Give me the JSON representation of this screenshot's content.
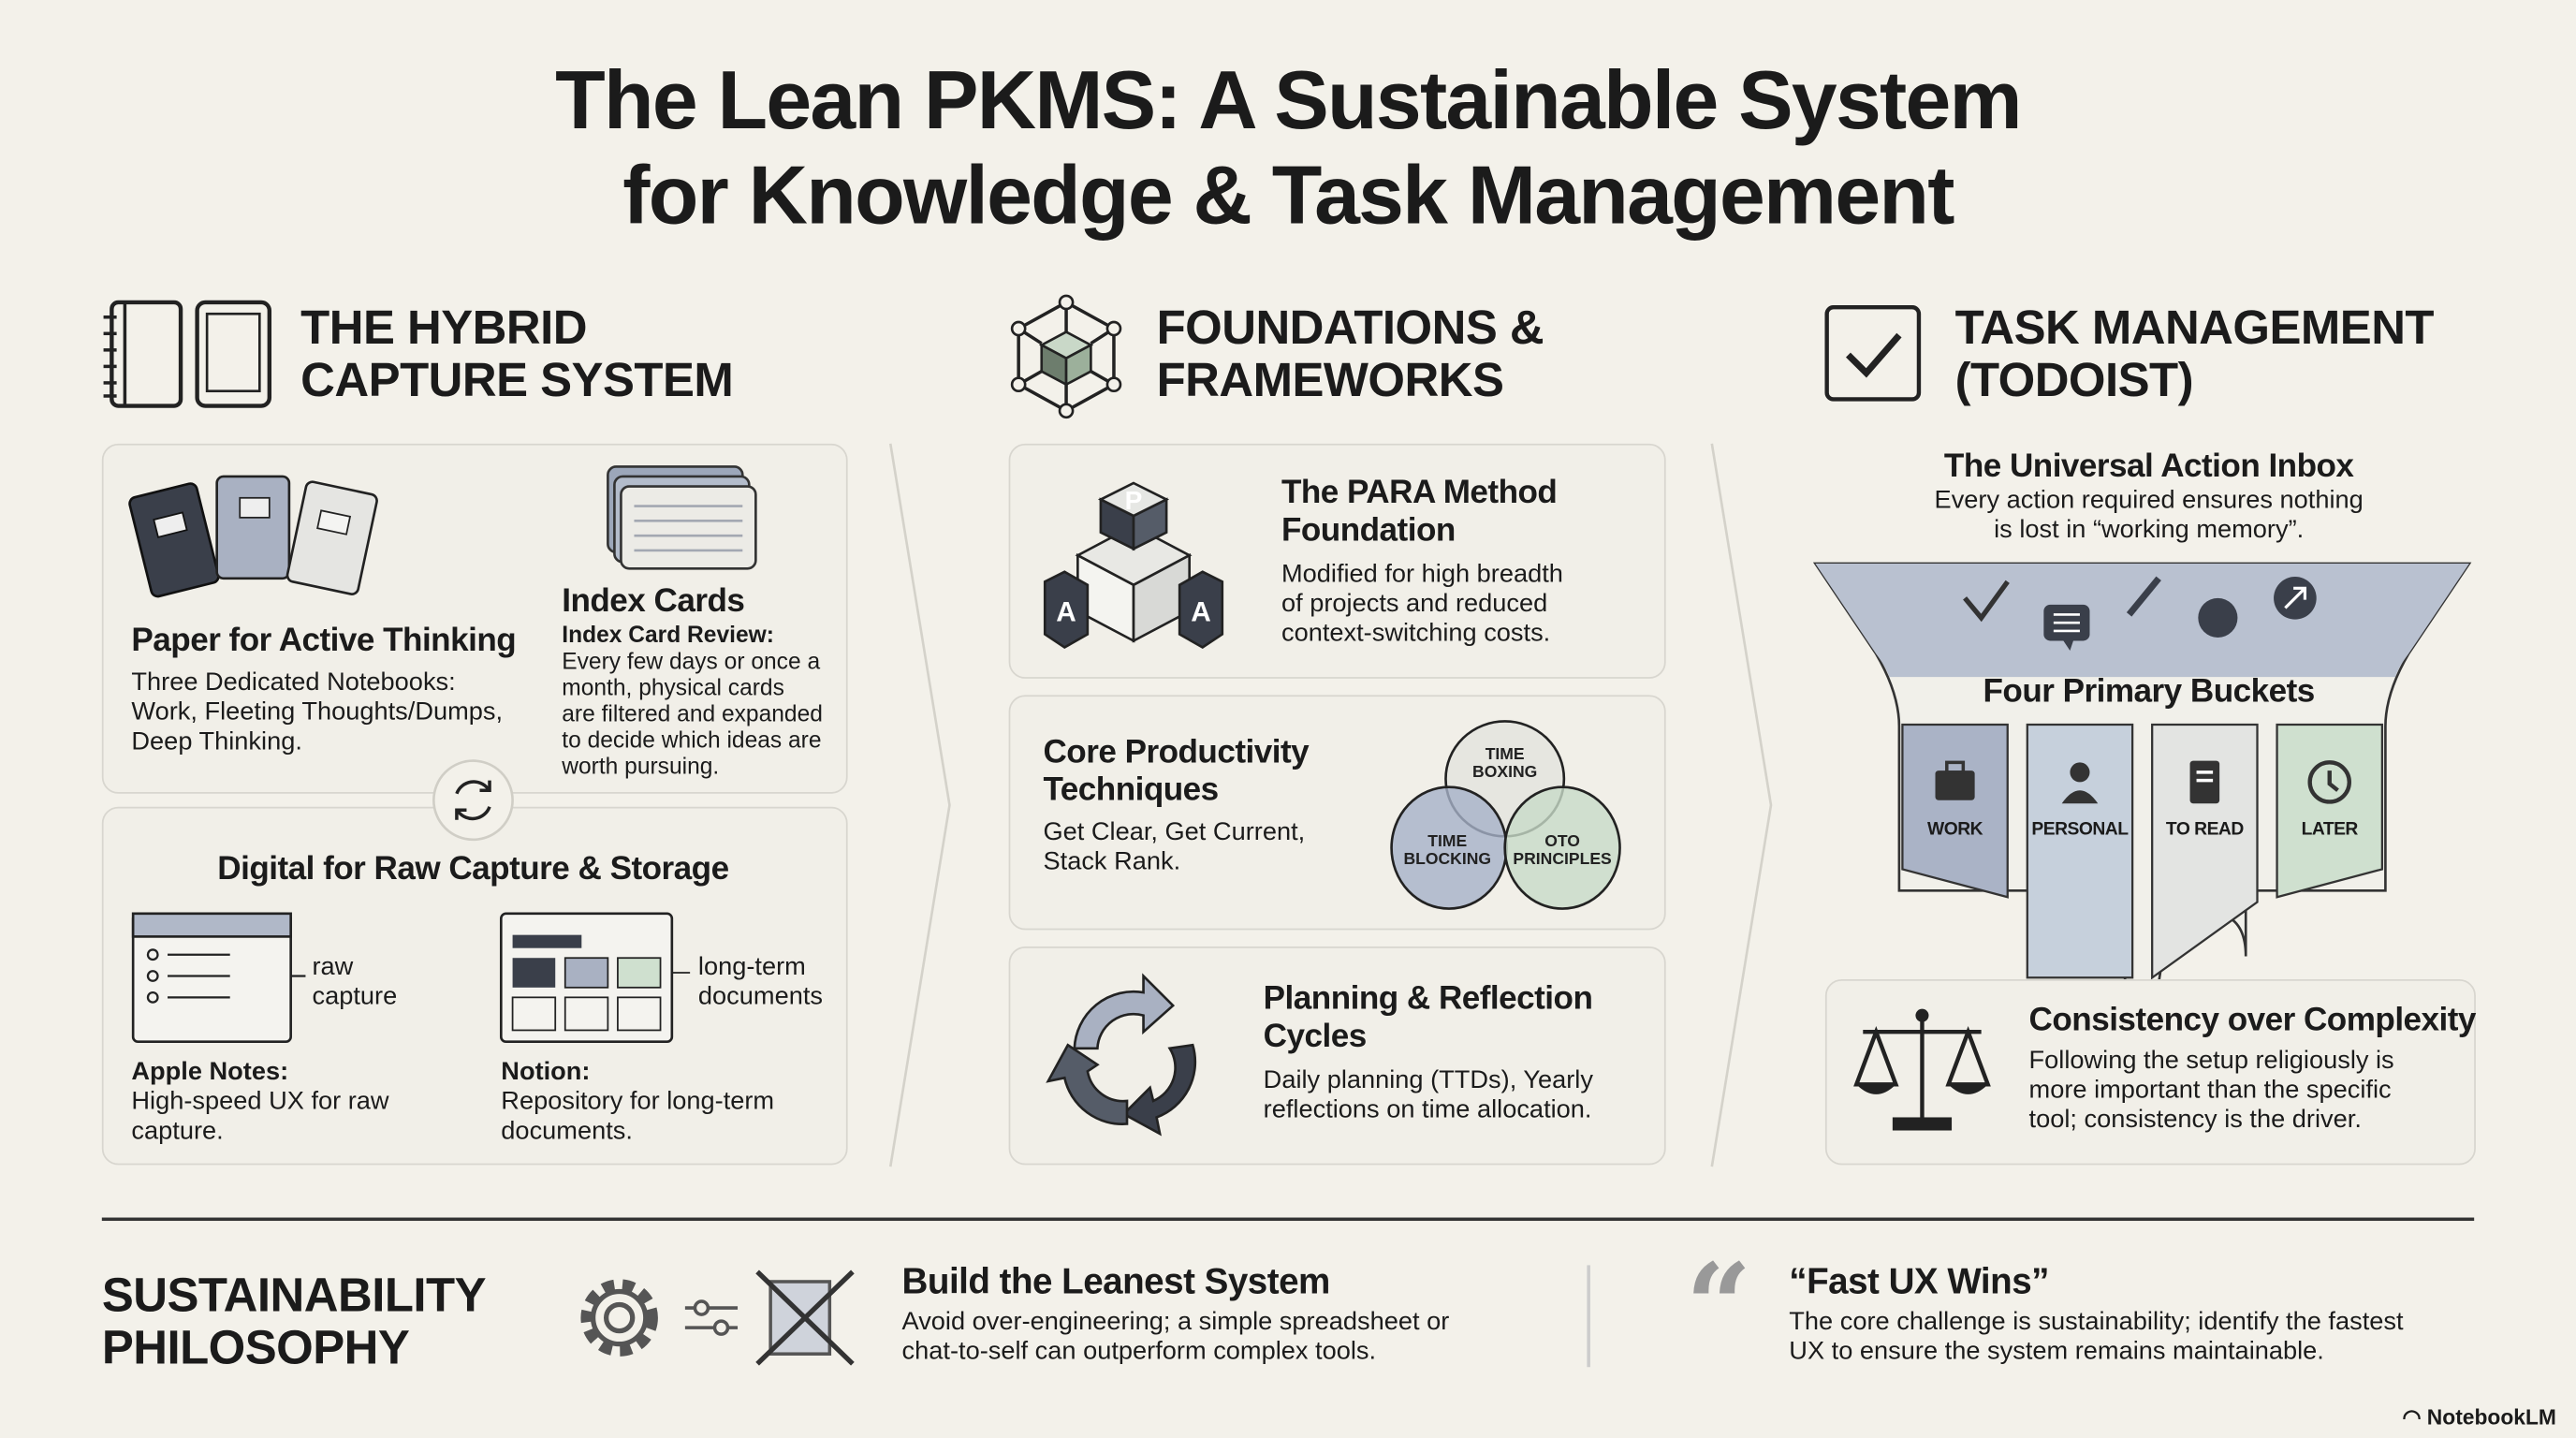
{
  "title": {
    "line1": "The Lean PKMS: A Sustainable System",
    "line2": "for Knowledge & Task Management"
  },
  "capture": {
    "heading_1": "THE HYBRID",
    "heading_2": "CAPTURE SYSTEM",
    "paper": {
      "title": "Paper for Active Thinking",
      "text_1": "Three Dedicated Notebooks:",
      "text_2": "Work, Fleeting Thoughts/Dumps,",
      "text_3": "Deep Thinking."
    },
    "index": {
      "title": "Index Cards",
      "subtitle": "Index Card Review:",
      "text_1": "Every few days or once a",
      "text_2": "month, physical cards",
      "text_3": "are filtered and expanded",
      "text_4": "to decide which ideas are",
      "text_5": "worth pursuing."
    },
    "digital": {
      "title": "Digital for Raw Capture & Storage",
      "raw_1": "raw",
      "raw_2": "capture",
      "long_1": "long-term",
      "long_2": "documents",
      "apple_title": "Apple Notes:",
      "apple_1": "High-speed UX for raw",
      "apple_2": "capture.",
      "notion_title": "Notion:",
      "notion_1": "Repository for long-term",
      "notion_2": "documents."
    }
  },
  "foundations": {
    "heading_1": "FOUNDATIONS &",
    "heading_2": "FRAMEWORKS",
    "para": {
      "title_1": "The PARA Method",
      "title_2": "Foundation",
      "text_1": "Modified for high breadth",
      "text_2": "of projects and reduced",
      "text_3": "context-switching costs.",
      "cube_top": "P",
      "cube_left": "A",
      "cube_right": "A"
    },
    "core": {
      "title_1": "Core Productivity",
      "title_2": "Techniques",
      "text_1": "Get Clear, Get Current,",
      "text_2": "Stack Rank.",
      "venn_top_1": "TIME",
      "venn_top_2": "BOXING",
      "venn_left_1": "TIME",
      "venn_left_2": "BLOCKING",
      "venn_right_1": "OTO",
      "venn_right_2": "PRINCIPLES"
    },
    "planning": {
      "title_1": "Planning & Reflection",
      "title_2": "Cycles",
      "text_1": "Daily planning (TTDs), Yearly",
      "text_2": "reflections on time allocation."
    }
  },
  "tasks": {
    "heading_1": "TASK MANAGEMENT",
    "heading_2": "(TODOIST)",
    "inbox_title": "The Universal Action Inbox",
    "inbox_text_1": "Every action required ensures nothing",
    "inbox_text_2": "is lost in “working memory”.",
    "buckets_title": "Four Primary Buckets",
    "buckets": [
      {
        "label": "WORK",
        "color": "#aab3c6"
      },
      {
        "label": "PERSONAL",
        "color": "#c6d0dc"
      },
      {
        "label": "TO READ",
        "color": "#e3e4e2"
      },
      {
        "label": "LATER",
        "color": "#cfe0cf"
      }
    ],
    "consistency": {
      "title": "Consistency over Complexity",
      "text_1": "Following the setup religiously is",
      "text_2": "more important than the specific",
      "text_3": "tool; consistency is the driver."
    }
  },
  "sustainability": {
    "heading_1": "SUSTAINABILITY",
    "heading_2": "PHILOSOPHY",
    "lean_title": "Build the Leanest System",
    "lean_1": "Avoid over-engineering; a simple spreadsheet or",
    "lean_2": "chat-to-self can outperform complex tools.",
    "quote_title": "“Fast UX Wins”",
    "quote_1": "The core challenge is sustainability; identify the fastest",
    "quote_2": "UX to ensure the system remains maintainable."
  },
  "watermark": "NotebookLM"
}
